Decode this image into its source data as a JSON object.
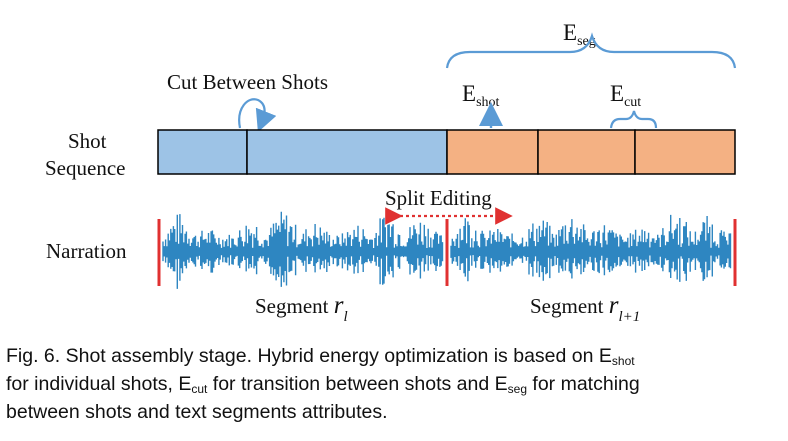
{
  "diagram": {
    "shot_sequence_label_1": "Shot",
    "shot_sequence_label_2": "Sequence",
    "narration_label": "Narration",
    "cut_between_shots": "Cut Between Shots",
    "split_editing": "Split Editing",
    "e_shot_base": "E",
    "e_shot_sub": "shot",
    "e_cut_base": "E",
    "e_cut_sub": "cut",
    "e_seg_base": "E",
    "e_seg_sub": "seg",
    "segment_l_text": "Segment ",
    "segment_l_var": "r",
    "segment_l_sub": "l",
    "segment_l1_text": "Segment ",
    "segment_l1_var": "r",
    "segment_l1_sub": "l+1",
    "colors": {
      "blue_shot": "#9dc3e6",
      "orange_shot": "#f4b183",
      "accent_blue": "#5b9bd5",
      "waveform": "#2e86c1",
      "boundary_red": "#e03131",
      "split_red": "#e03131"
    }
  },
  "caption": {
    "fig_label": "Fig. 6.",
    "part1": " Shot assembly stage. Hybrid energy optimization is based on E",
    "sub_shot": "shot",
    "part2": "for individual shots, E",
    "sub_cut": "cut",
    "part3": " for transition between shots and E",
    "sub_seg": "seg",
    "part4": " for matching",
    "part5": "between shots and text segments attributes."
  }
}
